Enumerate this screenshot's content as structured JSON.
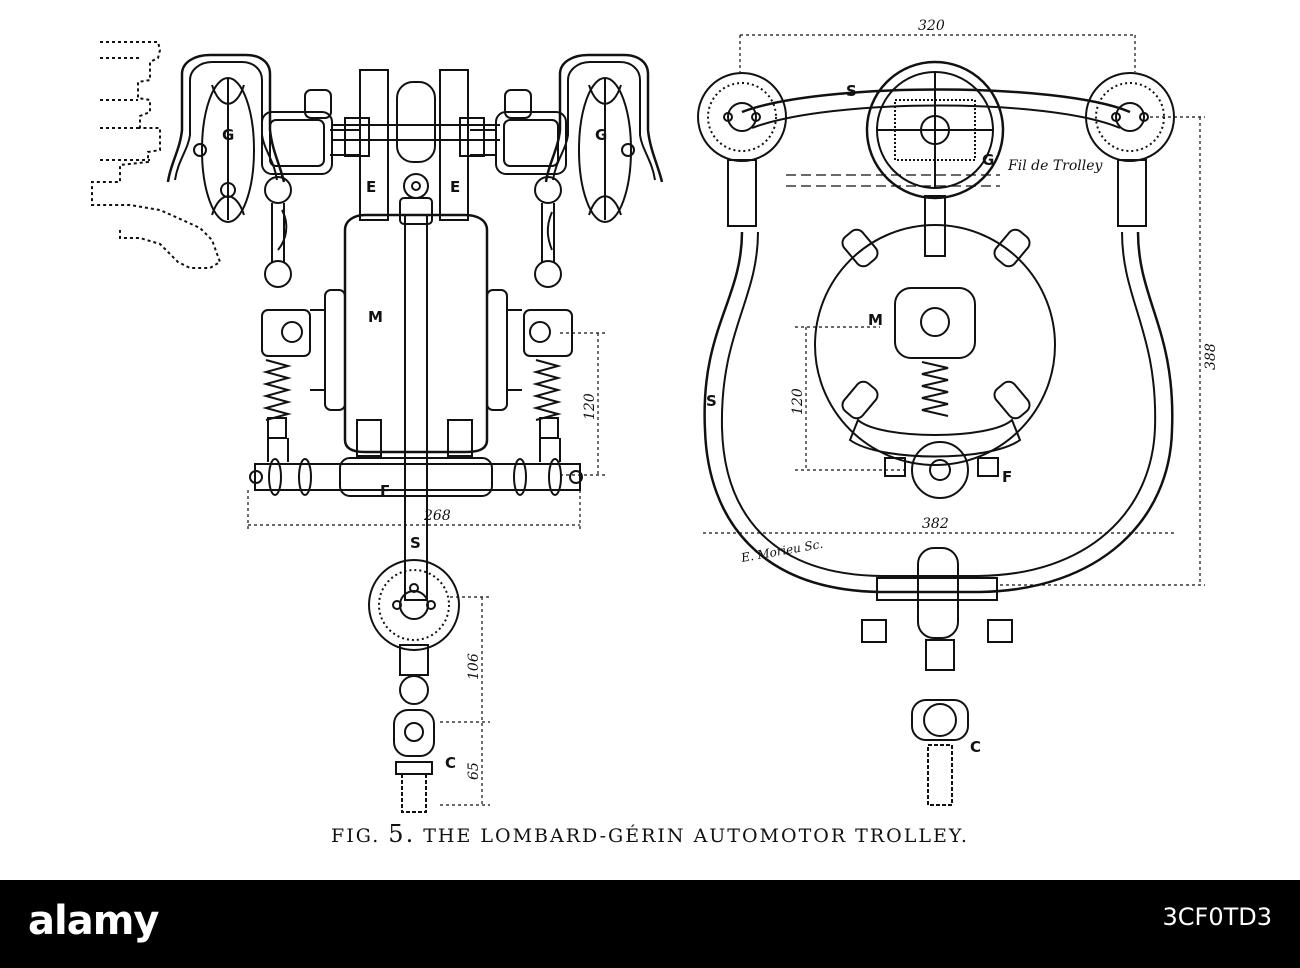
{
  "figure": {
    "caption_prefix": "FIG.",
    "caption_number": "5.",
    "caption_text": "THE LOMBARD-GÉRIN AUTOMOTOR TROLLEY.",
    "left_view": {
      "labels": {
        "G_left": "G",
        "G_right": "G",
        "E_left": "E",
        "E_right": "E",
        "M": "M",
        "F": "F",
        "S": "S",
        "C": "C"
      },
      "dimensions": {
        "width_268": "268",
        "height_120": "120",
        "height_106": "106",
        "height_65": "65"
      }
    },
    "right_view": {
      "labels": {
        "S_top": "S",
        "S_left": "S",
        "G": "G",
        "M": "M",
        "F": "F",
        "C": "C"
      },
      "dimensions": {
        "width_320": "320",
        "width_382": "382",
        "height_388": "388",
        "height_120": "120"
      },
      "wire_label": "Fil de Trolley",
      "engraver": "E. Morieu Sc."
    }
  },
  "watermark": {
    "brand": "alamy",
    "image_id": "3CF0TD3"
  }
}
